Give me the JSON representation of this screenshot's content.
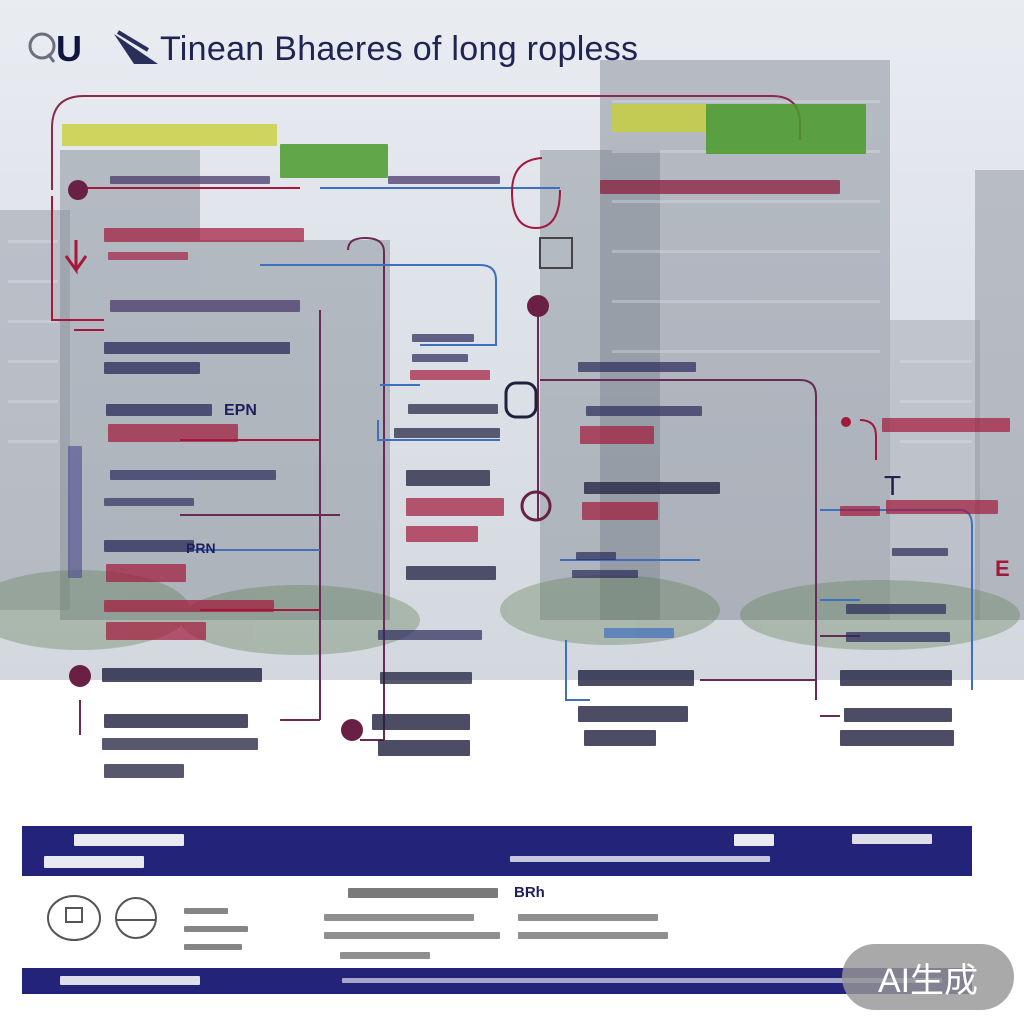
{
  "header": {
    "logo_text": "U",
    "title": "Tinean Bhaeres of long ropless"
  },
  "labels": {
    "epn": "EPN",
    "prn": "PRN",
    "brh": "BRh",
    "e_badge": "E",
    "t_mark": "T"
  },
  "watermark": {
    "text": "AI生成"
  },
  "colors": {
    "crimson": "#a3183b",
    "navy": "#23237a",
    "green": "#4a9a2a",
    "yellow": "#c8cf3a",
    "blue": "#3f6fc0"
  }
}
